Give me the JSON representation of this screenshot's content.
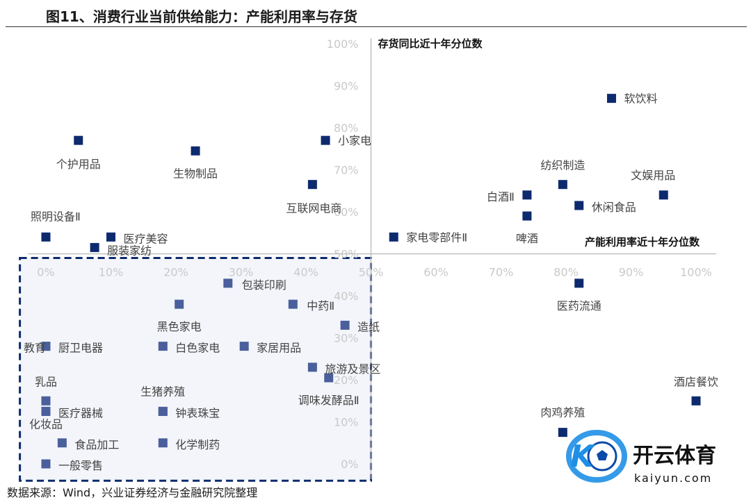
{
  "figure": {
    "title": "图11、消费行业当前供给能力：产能利用率与存货",
    "source": "数据来源：Wind，兴业证券经济与金融研究院整理"
  },
  "watermark": {
    "brand": "开云体育",
    "url": "kaiyun.com",
    "logo_letter": "K"
  },
  "colors": {
    "marker_top": "#0d2a6e",
    "marker_box": "#4a5f9c",
    "axis": "#bfbfbf",
    "dashed_box": "#0d2a6e",
    "box_fill": "#f3f5fa",
    "watermark_primary": "#1f8fe6"
  },
  "chart_data": {
    "type": "scatter",
    "xlabel": "产能利用率近十年分位数",
    "ylabel": "存货同比近十年分位数",
    "x_ticks": [
      "0%",
      "10%",
      "20%",
      "30%",
      "40%",
      "50%",
      "60%",
      "70%",
      "80%",
      "90%",
      "100%"
    ],
    "y_ticks": [
      "0%",
      "10%",
      "20%",
      "30%",
      "40%",
      "50%",
      "60%",
      "70%",
      "80%",
      "90%",
      "100%"
    ],
    "xlim": [
      0,
      1
    ],
    "ylim": [
      0,
      1
    ],
    "cross_at": {
      "x": 0.5,
      "y": 0.5
    },
    "highlight_region": {
      "x": [
        -0.04,
        0.5
      ],
      "y": [
        -0.04,
        0.49
      ]
    },
    "points": [
      {
        "name": "软饮料",
        "x": 0.87,
        "y": 0.87
      },
      {
        "name": "个护用品",
        "x": 0.05,
        "y": 0.77
      },
      {
        "name": "小家电",
        "x": 0.43,
        "y": 0.77
      },
      {
        "name": "生物制品",
        "x": 0.23,
        "y": 0.745
      },
      {
        "name": "互联网电商",
        "x": 0.41,
        "y": 0.665
      },
      {
        "name": "纺织制造",
        "x": 0.795,
        "y": 0.665
      },
      {
        "name": "白酒Ⅱ",
        "x": 0.74,
        "y": 0.64
      },
      {
        "name": "文娱用品",
        "x": 0.95,
        "y": 0.64
      },
      {
        "name": "休闲食品",
        "x": 0.82,
        "y": 0.615
      },
      {
        "name": "啤酒",
        "x": 0.74,
        "y": 0.59
      },
      {
        "name": "照明设备Ⅱ",
        "x": 0.0,
        "y": 0.54
      },
      {
        "name": "医疗美容",
        "x": 0.1,
        "y": 0.54
      },
      {
        "name": "服装家纺",
        "x": 0.075,
        "y": 0.515
      },
      {
        "name": "家电零部件Ⅱ",
        "x": 0.535,
        "y": 0.54
      },
      {
        "name": "医药流通",
        "x": 0.82,
        "y": 0.43
      },
      {
        "name": "酒店餐饮",
        "x": 1.0,
        "y": 0.15
      },
      {
        "name": "肉鸡养殖",
        "x": 0.795,
        "y": 0.075
      },
      {
        "name": "包装印刷",
        "x": 0.28,
        "y": 0.43
      },
      {
        "name": "黑色家电",
        "x": 0.205,
        "y": 0.38
      },
      {
        "name": "中药Ⅱ",
        "x": 0.38,
        "y": 0.38
      },
      {
        "name": "造纸",
        "x": 0.46,
        "y": 0.33
      },
      {
        "name": "教育",
        "x": 0.0,
        "y": 0.28
      },
      {
        "name": "厨卫电器",
        "x": 0.0,
        "y": 0.28
      },
      {
        "name": "白色家电",
        "x": 0.18,
        "y": 0.28
      },
      {
        "name": "家居用品",
        "x": 0.305,
        "y": 0.28
      },
      {
        "name": "旅游及景区",
        "x": 0.41,
        "y": 0.23
      },
      {
        "name": "调味发酵品Ⅱ",
        "x": 0.435,
        "y": 0.205
      },
      {
        "name": "乳品",
        "x": 0.0,
        "y": 0.15
      },
      {
        "name": "生猪养殖",
        "x": 0.18,
        "y": 0.125
      },
      {
        "name": "医疗器械",
        "x": 0.0,
        "y": 0.125
      },
      {
        "name": "钟表珠宝",
        "x": 0.18,
        "y": 0.125
      },
      {
        "name": "化妆品",
        "x": 0.0,
        "y": 0.125
      },
      {
        "name": "食品加工",
        "x": 0.025,
        "y": 0.05
      },
      {
        "name": "化学制药",
        "x": 0.18,
        "y": 0.05
      },
      {
        "name": "一般零售",
        "x": 0.0,
        "y": 0.0
      }
    ]
  }
}
